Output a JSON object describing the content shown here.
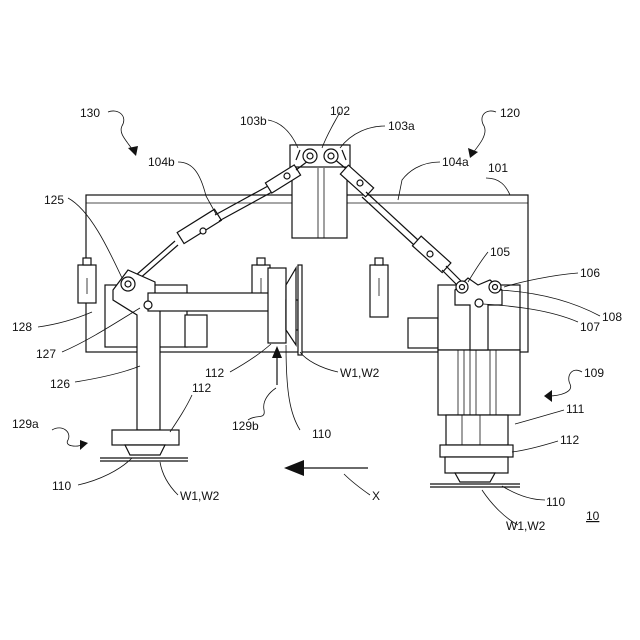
{
  "labels": {
    "l130": "130",
    "l120": "120",
    "l102": "102",
    "l103b": "103b",
    "l103a": "103a",
    "l104b": "104b",
    "l104a": "104a",
    "l101": "101",
    "l125": "125",
    "l105": "105",
    "l106": "106",
    "l108": "108",
    "l107": "107",
    "l128": "128",
    "l127": "127",
    "l126": "126",
    "l112_left": "112",
    "l112_mid": "112",
    "l112_right": "112",
    "lW_mid": "W1,W2",
    "lW_left": "W1,W2",
    "lW_right": "W1,W2",
    "l109": "109",
    "l111": "111",
    "l129a": "129a",
    "l129b": "129b",
    "l110_mid": "110",
    "l110_left": "110",
    "l110_right": "110",
    "lX": "X",
    "l10": "10"
  }
}
